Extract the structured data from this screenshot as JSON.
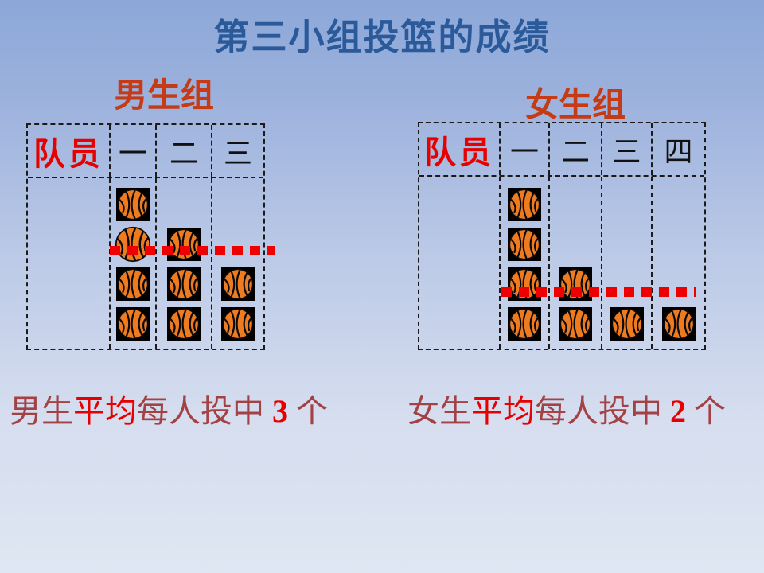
{
  "title": "第三小组投篮的成绩",
  "boys": {
    "group_label": "男生组",
    "member_header": "队员",
    "columns": [
      {
        "label": "一",
        "balls": 4,
        "plain_ball_from_top": 1
      },
      {
        "label": "二",
        "balls": 3
      },
      {
        "label": "三",
        "balls": 2
      }
    ],
    "average": 3,
    "caption": {
      "subject": "男生",
      "avg_word": "平均",
      "middle": "每人投中 ",
      "value": "3",
      "suffix": " 个"
    }
  },
  "girls": {
    "group_label": "女生组",
    "member_header": "队员",
    "columns": [
      {
        "label": "一",
        "balls": 4
      },
      {
        "label": "二",
        "balls": 2
      },
      {
        "label": "三",
        "balls": 1
      },
      {
        "label": "四",
        "balls": 1
      }
    ],
    "average": 2,
    "caption": {
      "subject": "女生",
      "avg_word": "平均",
      "middle": "每人投中 ",
      "value": "2",
      "suffix": " 个"
    }
  },
  "colors": {
    "title": "#2B5A9B",
    "group_label": "#C43B16",
    "member_header": "#E60000",
    "column_label": "#111111",
    "average_line": "#EE0000",
    "caption_muted": "#A34244",
    "caption_bright": "#E60000",
    "ball_orange": "#EF7B21",
    "ball_background": "#000000"
  },
  "chart_data": [
    {
      "type": "bar",
      "style": "pictograph-basketball",
      "title": "男生组",
      "xlabel": "队员",
      "unit": "个",
      "categories": [
        "一",
        "二",
        "三"
      ],
      "values": [
        4,
        3,
        2
      ],
      "average": 3,
      "average_line": true,
      "ylim": [
        0,
        4
      ]
    },
    {
      "type": "bar",
      "style": "pictograph-basketball",
      "title": "女生组",
      "xlabel": "队员",
      "unit": "个",
      "categories": [
        "一",
        "二",
        "三",
        "四"
      ],
      "values": [
        4,
        2,
        1,
        1
      ],
      "average": 2,
      "average_line": true,
      "ylim": [
        0,
        4
      ]
    }
  ]
}
